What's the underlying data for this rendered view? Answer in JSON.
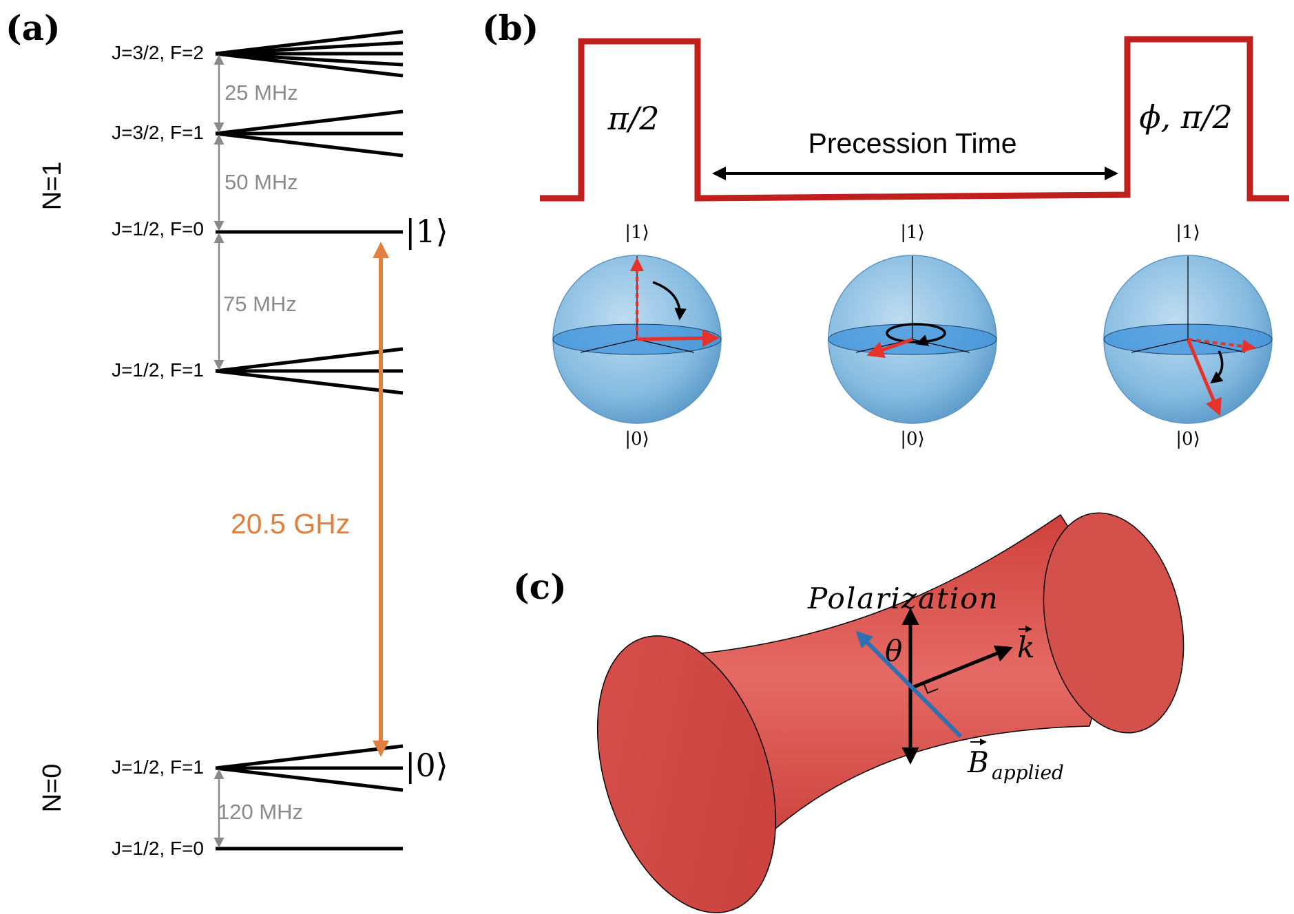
{
  "panels": {
    "a": "(a)",
    "b": "(b)",
    "c": "(c)"
  },
  "energy_levels": {
    "manifolds": {
      "upper": "N=1",
      "lower": "N=0"
    },
    "levels": [
      "J=3/2, F=2",
      "J=3/2, F=1",
      "J=1/2, F=0",
      "J=1/2, F=1",
      "J=1/2, F=1",
      "J=1/2, F=0"
    ],
    "splittings": [
      "25 MHz",
      "50 MHz",
      "75 MHz",
      "120 MHz"
    ],
    "transition": "20.5 GHz",
    "qubit_states": {
      "one": "|1⟩",
      "zero": "|0⟩"
    },
    "colors": {
      "transition": "#e07f3e",
      "splitting": "#8a8a8a"
    }
  },
  "ramsey": {
    "pulse1": "π/2",
    "pulse2": "ϕ, π/2",
    "precession": "Precession Time",
    "bloch_top": "|1⟩",
    "bloch_bottom": "|0⟩",
    "colors": {
      "pulse": "#c0201d",
      "vector": "#e5322b",
      "sphere": "#7fb5dd"
    }
  },
  "beam": {
    "polarization": "Polarization",
    "theta": "θ",
    "k": "k",
    "b_applied": "B",
    "b_subscript": "applied",
    "colors": {
      "beam": "#d84a45",
      "b_vector": "#2f6fb2"
    }
  }
}
